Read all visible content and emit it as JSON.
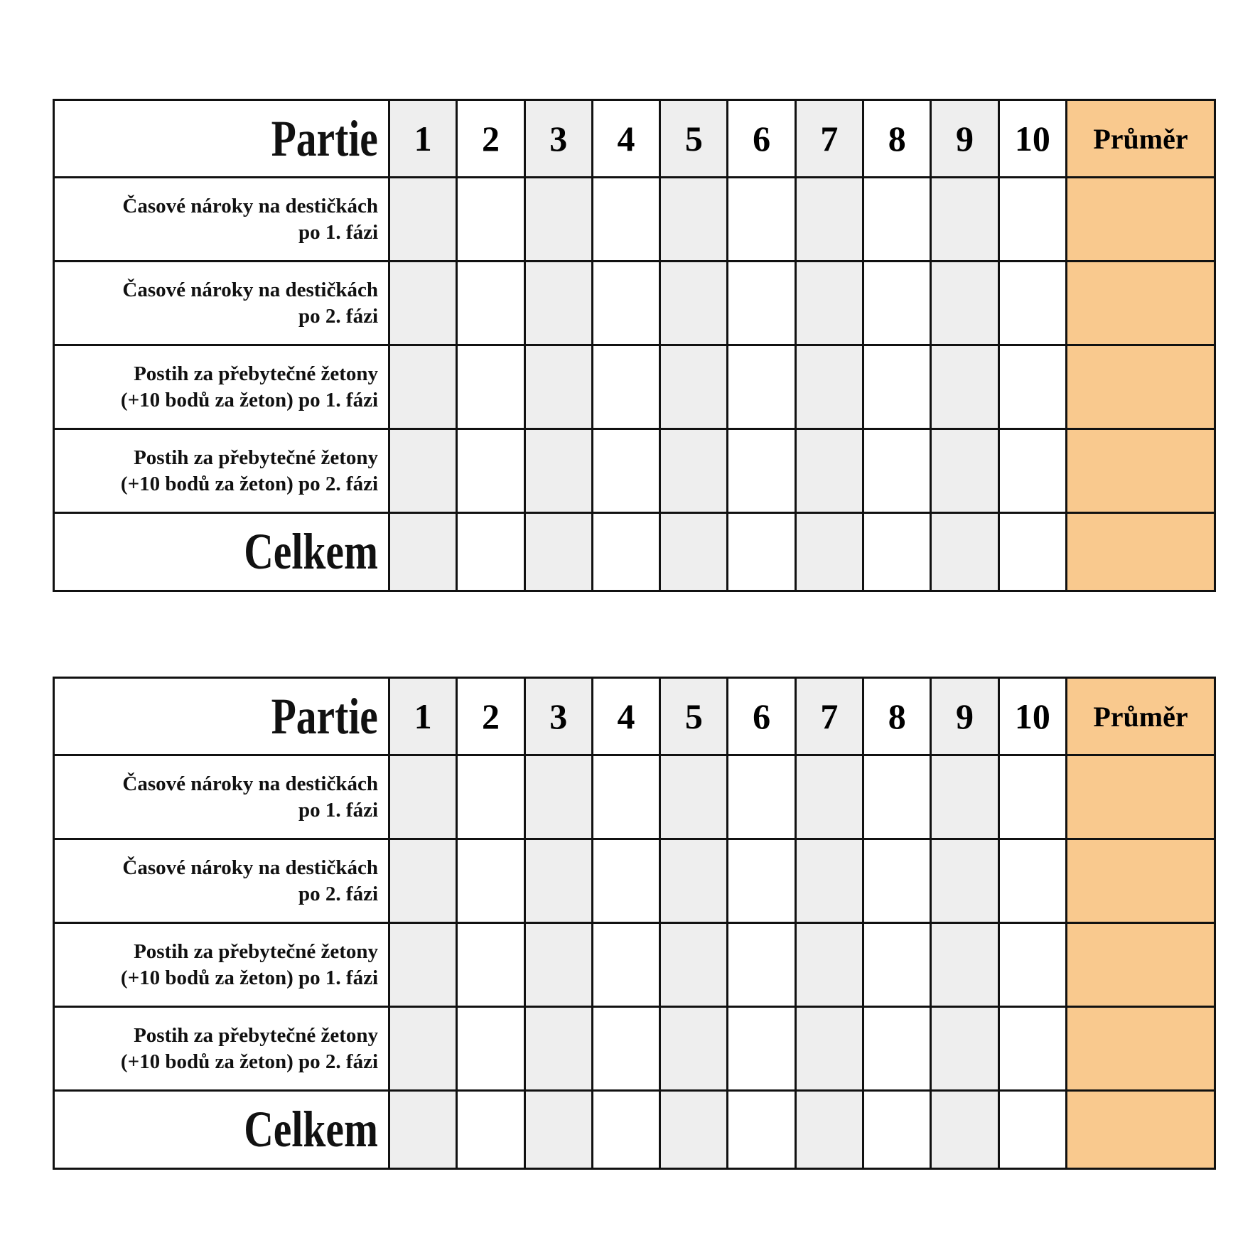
{
  "sheets": [
    {
      "header_label": "Partie",
      "game_numbers": [
        "1",
        "2",
        "3",
        "4",
        "5",
        "6",
        "7",
        "8",
        "9",
        "10"
      ],
      "average_label": "Průměr",
      "rows": [
        {
          "line1": "Časové nároky na destičkách",
          "line2": "po 1. fázi"
        },
        {
          "line1": "Časové nároky na destičkách",
          "line2": "po 2. fázi"
        },
        {
          "line1": "Postih za přebytečné žetony",
          "line2": "(+10 bodů za žeton) po 1. fázi"
        },
        {
          "line1": "Postih za přebytečné žetony",
          "line2": "(+10 bodů za žeton) po 2. fázi"
        }
      ],
      "total_label": "Celkem"
    },
    {
      "header_label": "Partie",
      "game_numbers": [
        "1",
        "2",
        "3",
        "4",
        "5",
        "6",
        "7",
        "8",
        "9",
        "10"
      ],
      "average_label": "Průměr",
      "rows": [
        {
          "line1": "Časové nároky na destičkách",
          "line2": "po 1. fázi"
        },
        {
          "line1": "Časové nároky na destičkách",
          "line2": "po 2. fázi"
        },
        {
          "line1": "Postih za přebytečné žetony",
          "line2": "(+10 bodů za žeton) po 1. fázi"
        },
        {
          "line1": "Postih za přebytečné žetony",
          "line2": "(+10 bodů za žeton) po 2. fázi"
        }
      ],
      "total_label": "Celkem"
    }
  ],
  "colors": {
    "grey_column": "#eeeeee",
    "average_column": "#f9c98e",
    "border": "#111111"
  }
}
